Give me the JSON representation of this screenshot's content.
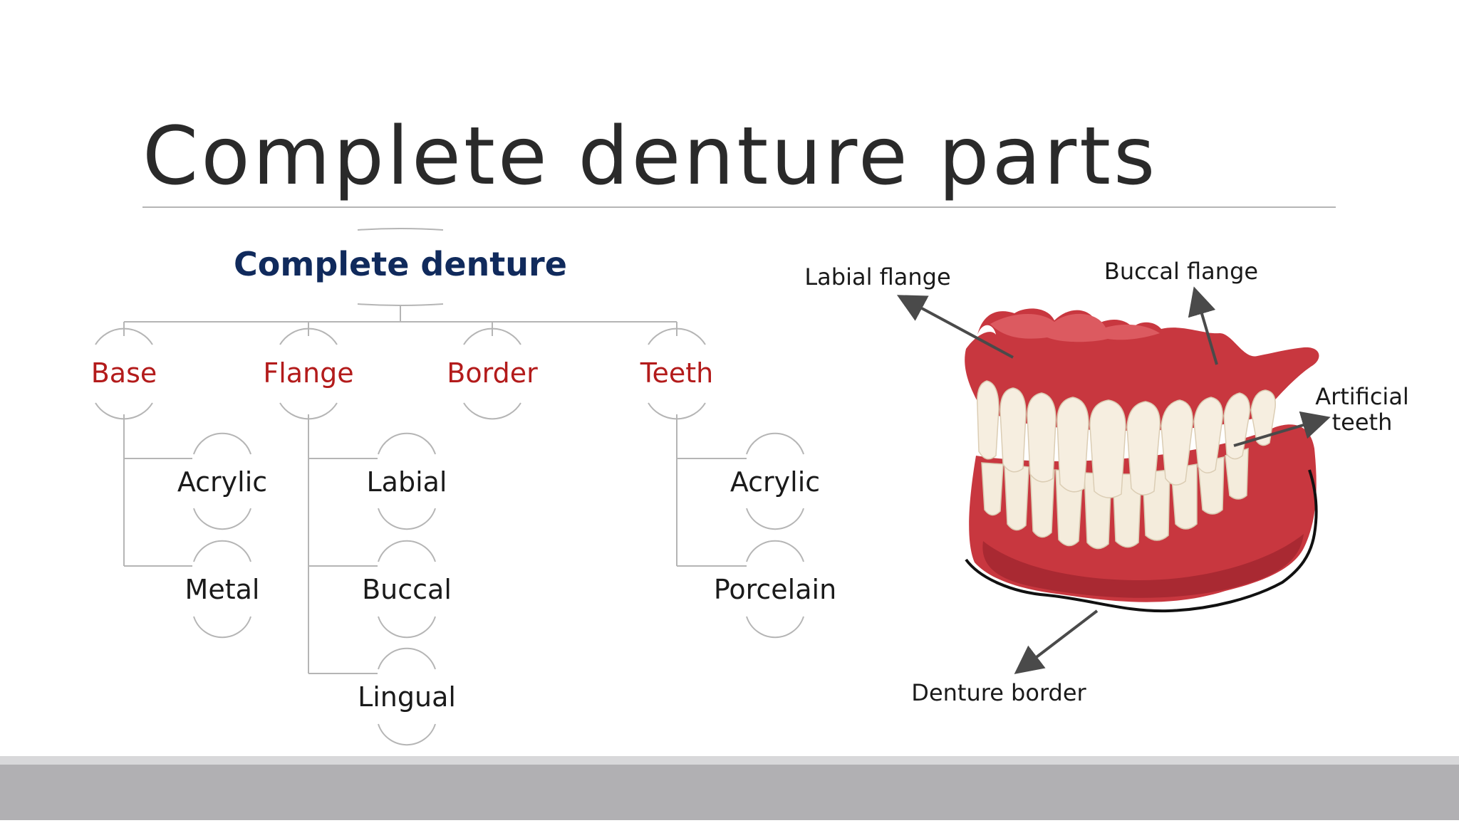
{
  "slide": {
    "title": "Complete denture parts"
  },
  "tree": {
    "root": "Complete denture",
    "branches": [
      {
        "label": "Base",
        "children": [
          "Acrylic",
          "Metal"
        ]
      },
      {
        "label": "Flange",
        "children": [
          "Labial",
          "Buccal",
          "Lingual"
        ]
      },
      {
        "label": "Border",
        "children": []
      },
      {
        "label": "Teeth",
        "children": [
          "Acrylic",
          "Porcelain"
        ]
      }
    ]
  },
  "illustration": {
    "labels": {
      "labial_flange": "Labial flange",
      "buccal_flange": "Buccal flange",
      "artificial_teeth_line1": "Artificial",
      "artificial_teeth_line2": "teeth",
      "denture_border": "Denture border"
    }
  },
  "colors": {
    "title_text": "#2a2a2a",
    "root_text": "#102a5c",
    "branch_text": "#b31b1b",
    "leaf_text": "#1a1a1a",
    "connector": "#b5b5b5",
    "gum": "#c8373f",
    "tooth": "#f4ecdc",
    "bottom_bar": "#b1b0b3"
  }
}
